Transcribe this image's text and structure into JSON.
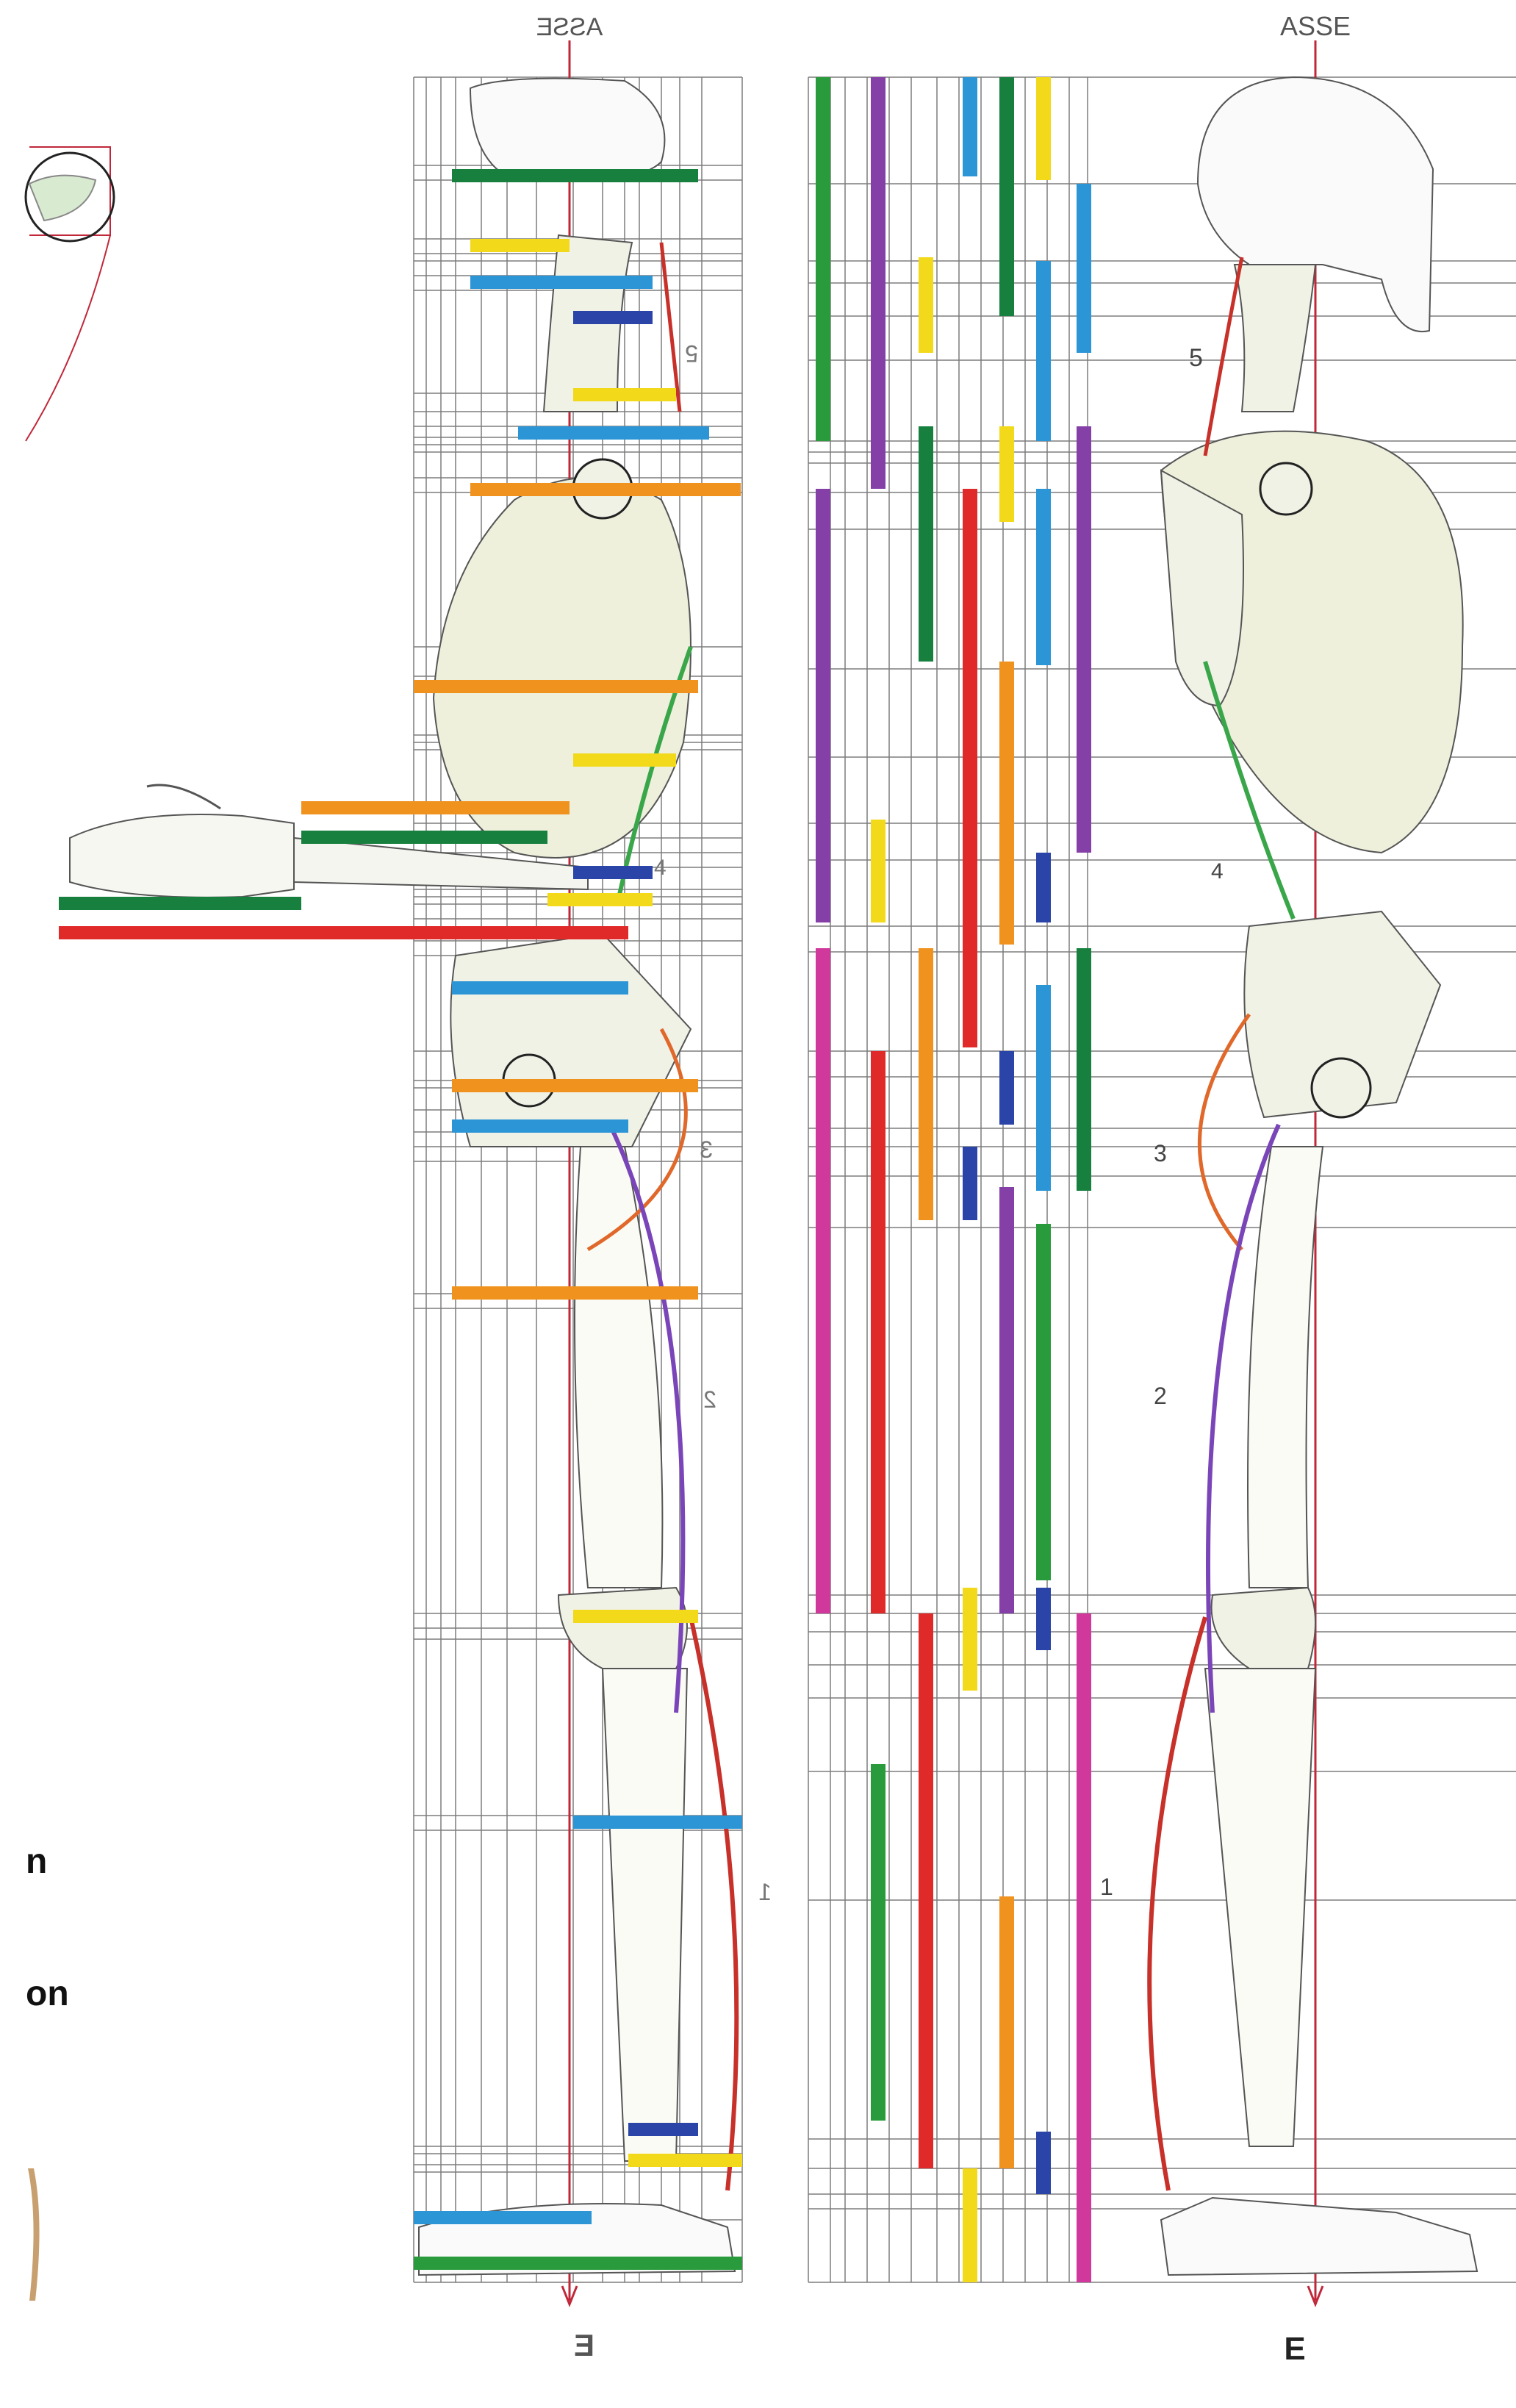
{
  "labels": {
    "axis_top_left": "ASSE",
    "axis_top_right": "ASSE",
    "axis_bottom_left": "E",
    "axis_bottom_right": "E",
    "muscle_numbers": [
      "1",
      "2",
      "3",
      "4",
      "5"
    ],
    "margin_text_1": "n",
    "margin_text_2": "on"
  },
  "colors": {
    "axis_line": "#c0283a",
    "grid_line": "#7d7d7d",
    "green": "#2a9b3c",
    "dark_green": "#17803f",
    "yellow": "#f2d91a",
    "light_blue": "#2b95d6",
    "dark_blue": "#2a44a8",
    "orange": "#f0921e",
    "red": "#e02a2a",
    "purple": "#8540a8",
    "magenta": "#d0389c",
    "muscle_red": "#c8302a",
    "muscle_purple": "#7a45b8",
    "muscle_green": "#3aa64a",
    "muscle_orange": "#e0682a",
    "bone_fill": "#f1f2e6",
    "sketch_stroke": "#555555"
  },
  "icons": [
    "skeleton-side-view-figure",
    "skeleton-mirrored-figure",
    "hand-skeleton",
    "head-circle-thumbnail"
  ]
}
